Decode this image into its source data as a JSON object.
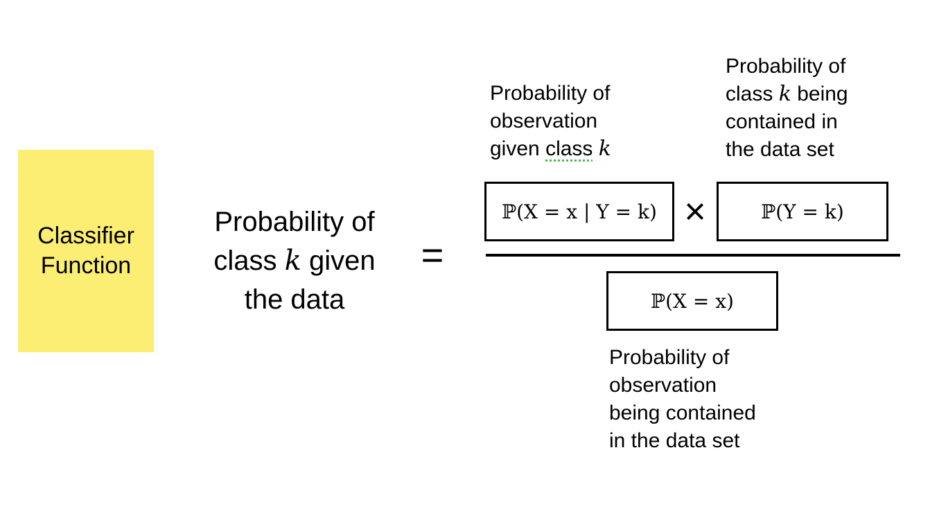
{
  "classifier": {
    "line1": "Classifier",
    "line2": "Function"
  },
  "lhs": {
    "line1": "Probability of",
    "line2_before": "class ",
    "line2_var": "k",
    "line2_after": " given",
    "line3": "the data"
  },
  "equals": "=",
  "times": "×",
  "formula": {
    "likelihood": "ℙ(X = x | Y = k)",
    "prior": "ℙ(Y = k)",
    "evidence": "ℙ(X = x)"
  },
  "notes": {
    "likelihood": {
      "line1": "Probability of",
      "line2": "observation",
      "line3_before": "given ",
      "line3_underlined": "class",
      "line3_space": " ",
      "line3_var": "k"
    },
    "prior": {
      "line1": "Probability of",
      "line2_before": "class ",
      "line2_var": "k",
      "line2_after": " being",
      "line3": "contained in",
      "line4": "the data set"
    },
    "evidence": {
      "line1": "Probability of",
      "line2": "observation",
      "line3": "being contained",
      "line4": "in the data set"
    }
  }
}
